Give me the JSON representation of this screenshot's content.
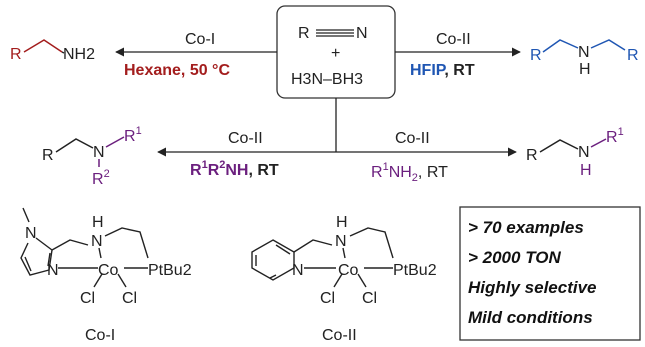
{
  "colors": {
    "red": "#a31d1d",
    "blue": "#1f56b3",
    "purple": "#6b1f7e",
    "black": "#222222"
  },
  "center": {
    "reagent1_R": "R",
    "reagent1_N": "N",
    "plus": "+",
    "reagent2": "H3N–BH3"
  },
  "top_left": {
    "catalyst": "Co-I",
    "conditions": "Hexane, 50 °C",
    "product_R": "R",
    "product_NH2": "NH2"
  },
  "top_right": {
    "catalyst": "Co-II",
    "conditions_bold": "HFIP",
    "conditions_rest": ", RT",
    "product_R1": "R",
    "product_N": "N",
    "product_H": "H",
    "product_R2": "R"
  },
  "mid_left": {
    "catalyst": "Co-II",
    "conditions": "R1R2NH, RT",
    "product_R": "R",
    "product_N": "N",
    "product_R1": "R1",
    "product_R2": "R2"
  },
  "mid_right": {
    "catalyst": "Co-II",
    "conditions": "R1NH2, RT",
    "product_R": "R",
    "product_N": "N",
    "product_H": "H",
    "product_R1": "R1"
  },
  "catalysts": {
    "co1": {
      "name": "Co-I",
      "atoms": {
        "N_top": "N",
        "N_ring": "N",
        "NH_H": "H",
        "NH_N": "N",
        "Co": "Co",
        "P": "PtBu2",
        "Cl1": "Cl",
        "Cl2": "Cl"
      }
    },
    "co2": {
      "name": "Co-II",
      "atoms": {
        "N_ring": "N",
        "NH_H": "H",
        "NH_N": "N",
        "Co": "Co",
        "P": "PtBu2",
        "Cl1": "Cl",
        "Cl2": "Cl"
      }
    }
  },
  "highlights": [
    "> 70 examples",
    "> 2000 TON",
    "Highly selective",
    "Mild conditions"
  ]
}
